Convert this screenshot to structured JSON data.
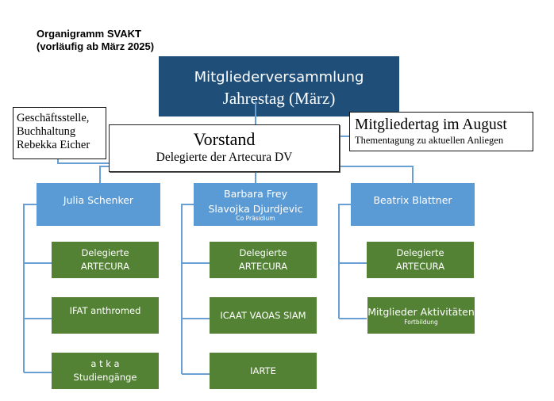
{
  "title": {
    "line1": "Organigramm SVAKT",
    "line2": "(vorläufig ab März 2025)"
  },
  "colors": {
    "assembly": "#1F4E79",
    "person": "#5B9BD5",
    "unit": "#548235",
    "connector": "#6A9FD6"
  },
  "assembly": {
    "title": "Mitgliederversammlung",
    "subtitle": "Jahrestag (März)"
  },
  "office": {
    "line1": "Geschäftsstelle,",
    "line2": "Buchhaltung",
    "line3": "Rebekka Eicher"
  },
  "board": {
    "title": "Vorstand",
    "subtitle": "Delegierte der Artecura DV"
  },
  "august_meeting": {
    "title": "Mitgliedertag im August",
    "subtitle": "Thementagung zu aktuellen Anliegen"
  },
  "columns": [
    {
      "head": {
        "name": "Julia Schenker"
      },
      "units": [
        {
          "line1": "Delegierte",
          "line2": "ARTECURA"
        },
        {
          "line1": "IFAT anthromed"
        },
        {
          "line1": "a t k a",
          "line2": "Studiengänge"
        }
      ]
    },
    {
      "head": {
        "name1": "Barbara Frey",
        "name2": "Slavojka Djurdjevic",
        "role": "Co Präsidium"
      },
      "units": [
        {
          "line1": "Delegierte",
          "line2": "ARTECURA"
        },
        {
          "line1": "ICAAT VAOAS SIAM"
        },
        {
          "line1": "IARTE"
        }
      ]
    },
    {
      "head": {
        "name": "Beatrix Blattner"
      },
      "units": [
        {
          "line1": "Delegierte",
          "line2": "ARTECURA"
        },
        {
          "line1": "Mitglieder Aktivitäten",
          "sub": "Fortbildung"
        }
      ]
    }
  ]
}
